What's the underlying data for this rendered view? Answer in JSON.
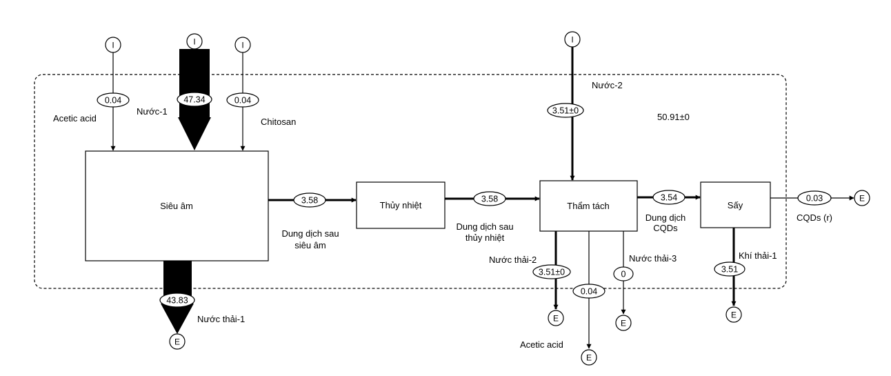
{
  "diagram": {
    "boundary_total": "50.91±0",
    "processes": {
      "ultrasonic": "Siêu âm",
      "hydrothermal": "Thủy nhiệt",
      "dialysis": "Thẩm tách",
      "drying": "Sấy"
    },
    "terminals": {
      "input": "I",
      "output": "E"
    },
    "flows": {
      "acetic_acid_in": {
        "label": "Acetic acid",
        "value": "0.04"
      },
      "water_1": {
        "label": "Nước-1",
        "value": "47.34"
      },
      "chitosan": {
        "label": "Chitosan",
        "value": "0.04"
      },
      "after_ultrasonic": {
        "label_line1": "Dung dịch sau",
        "label_line2": "siêu âm",
        "value": "3.58"
      },
      "after_hydrothermal": {
        "label_line1": "Dung dịch sau",
        "label_line2": "thủy nhiệt",
        "value": "3.58"
      },
      "water_2": {
        "label": "Nước-2",
        "value": "3.51±0"
      },
      "cqd_solution": {
        "label_line1": "Dung dịch",
        "label_line2": "CQDs",
        "value": "3.54"
      },
      "cqds_r": {
        "label": "CQDs (r)",
        "value": "0.03"
      },
      "wastewater_1": {
        "label": "Nước thải-1",
        "value": "43.83"
      },
      "wastewater_2": {
        "label": "Nước thải-2",
        "value": "3.51±0"
      },
      "acetic_acid_out": {
        "label": "Acetic acid",
        "value": "0.04"
      },
      "wastewater_3": {
        "label": "Nước thải-3",
        "value": "0"
      },
      "exhaust_1": {
        "label": "Khí thải-1",
        "value": "3.51"
      }
    }
  }
}
